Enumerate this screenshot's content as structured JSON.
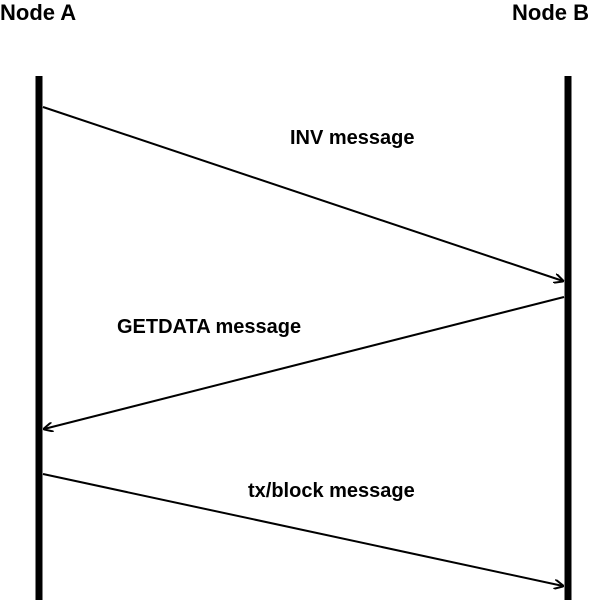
{
  "nodes": {
    "a": "Node A",
    "b": "Node B"
  },
  "messages": [
    {
      "label": "INV message",
      "from": "a",
      "to": "b"
    },
    {
      "label": "GETDATA message",
      "from": "b",
      "to": "a"
    },
    {
      "label": "tx/block message",
      "from": "a",
      "to": "b"
    }
  ]
}
